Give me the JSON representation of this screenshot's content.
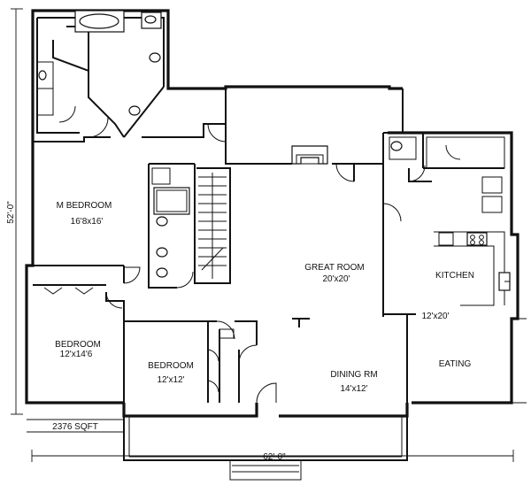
{
  "rooms": {
    "master_bedroom": {
      "name": "M BEDROOM",
      "size": "16'8x16'"
    },
    "great_room": {
      "name": "GREAT ROOM",
      "size": "20'x20'"
    },
    "kitchen": {
      "name": "KITCHEN",
      "size": "12'x20'"
    },
    "bedroom_left": {
      "name": "BEDROOM",
      "size": "12'x14'6"
    },
    "bedroom_center": {
      "name": "BEDROOM",
      "size": "12'x12'"
    },
    "dining": {
      "name": "DINING RM",
      "size": "14'x12'"
    },
    "eating": {
      "name": "EATING"
    }
  },
  "area": "2376 SQFT",
  "dimensions": {
    "width": "62'-0\"",
    "depth": "52'-0\""
  }
}
